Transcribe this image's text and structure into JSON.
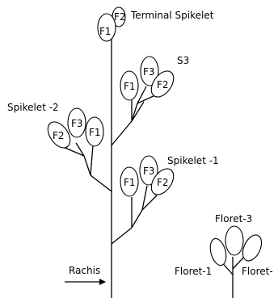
{
  "labels": {
    "terminal_spikelet": "Terminal Spikelet",
    "s3": "S3",
    "spikelet_2": "Spikelet -2",
    "spikelet_1": "Spikelet -1",
    "rachis": "Rachis",
    "floret_1": "Floret-1",
    "floret_2": "Floret-",
    "floret_3": "Floret-3"
  },
  "florets": {
    "terminal_f1": "F1",
    "terminal_f2": "F2",
    "s3_f1": "F1",
    "s3_f2": "F2",
    "s3_f3": "F3",
    "s2_f1": "F1",
    "s2_f2": "F2",
    "s2_f3": "F3",
    "s1_f1": "F1",
    "s1_f2": "F2",
    "s1_f3": "F3"
  }
}
